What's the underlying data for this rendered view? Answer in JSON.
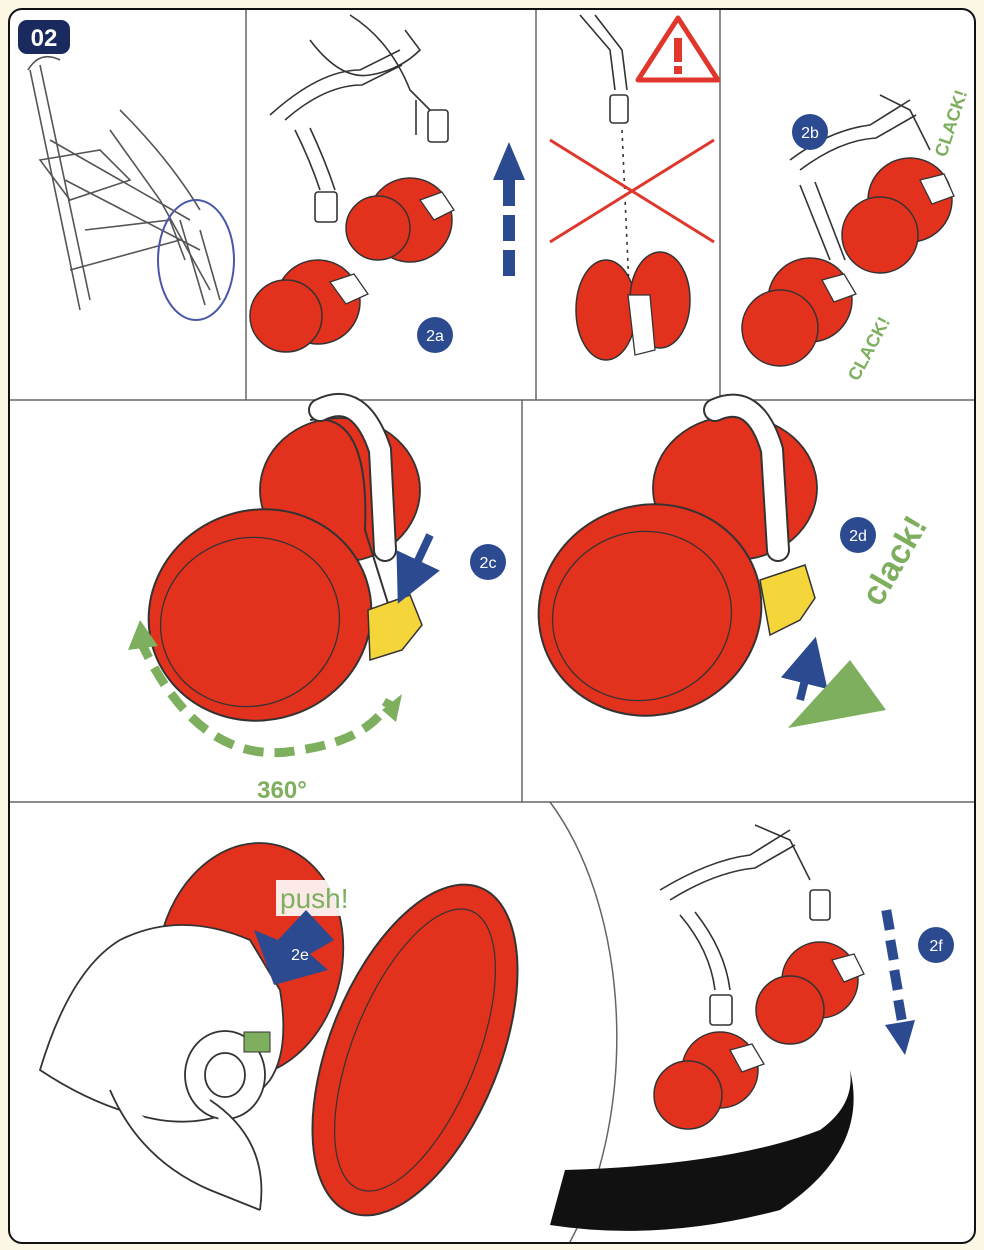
{
  "title": "02",
  "steps": {
    "s2a": "2a",
    "s2b": "2b",
    "s2c": "2c",
    "s2d": "2d",
    "s2e": "2e",
    "s2f": "2f"
  },
  "sounds": {
    "clack_upper_1": "CLACK!",
    "clack_upper_2": "CLACK!",
    "clack_lower": "clack!"
  },
  "rotation_label": "360°",
  "push_label": "push!",
  "colors": {
    "wheel_red": "#e2311d",
    "step_blue": "#2b4a8f",
    "arrow_green": "#7daf5f",
    "lever_yellow": "#f4d63a",
    "warning_red": "#e0362b",
    "title_navy": "#1a2a5e"
  }
}
